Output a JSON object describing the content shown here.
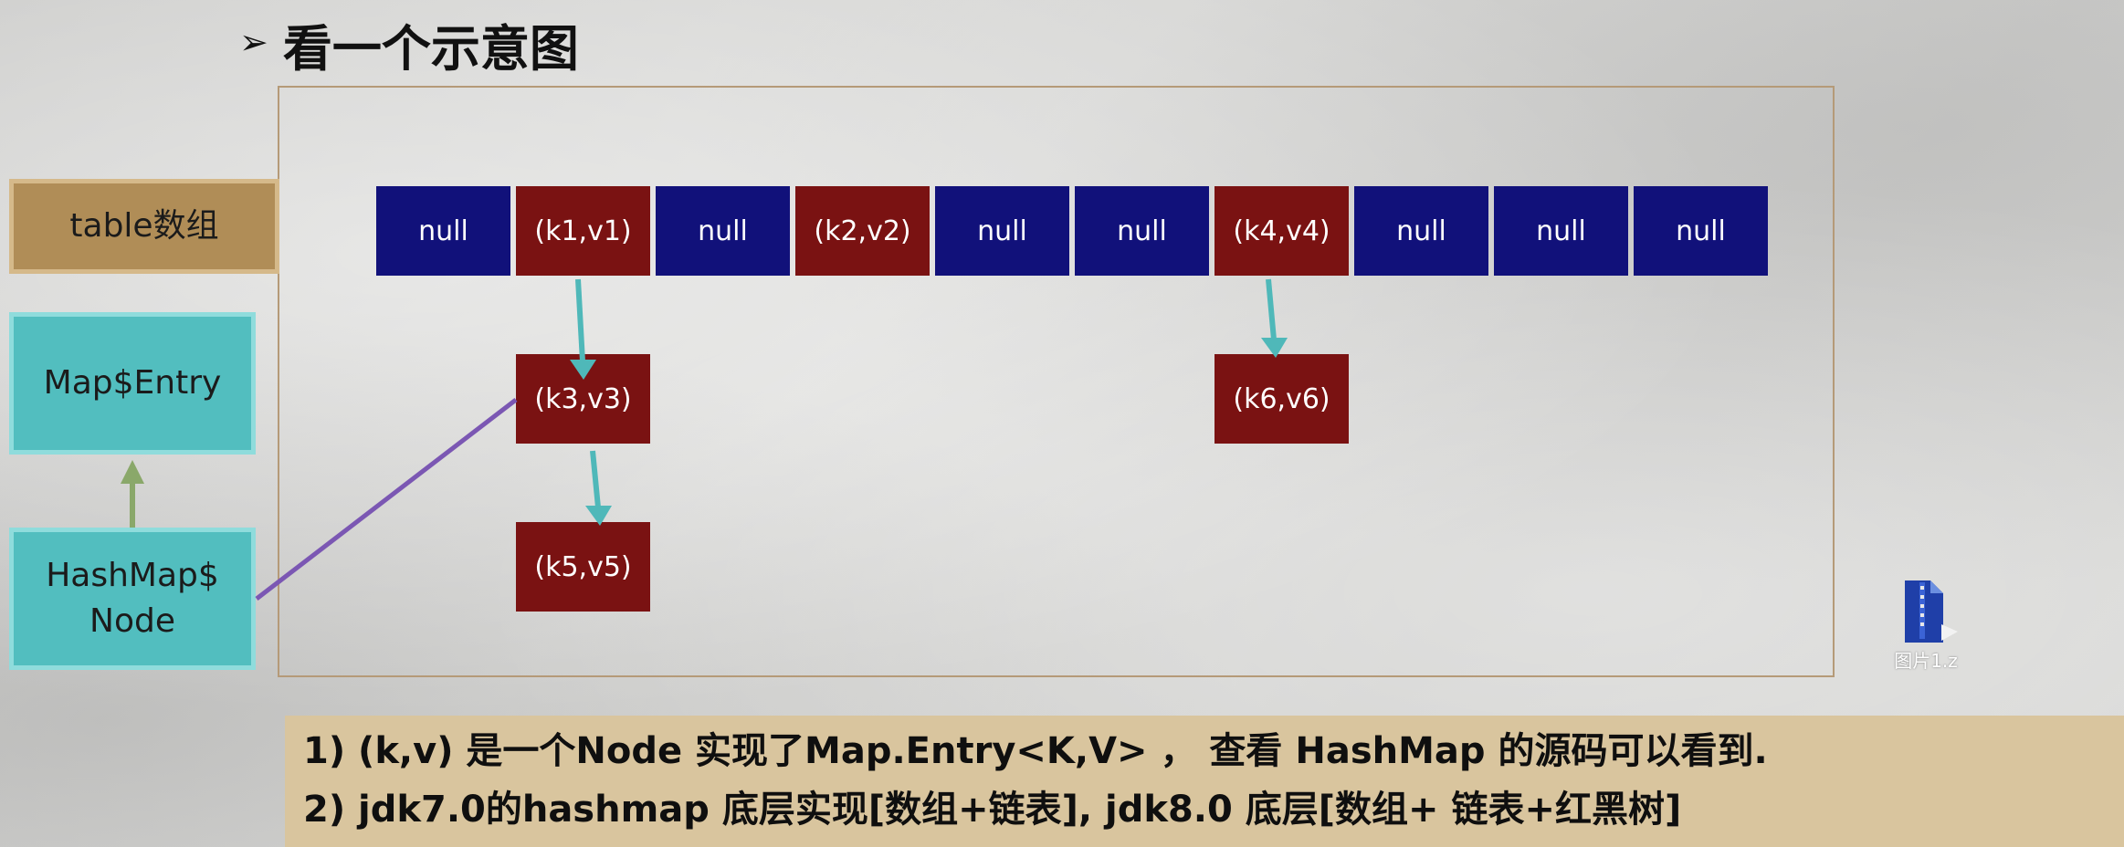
{
  "heading": {
    "bullet": "➢",
    "title": "看一个示意图"
  },
  "labels": {
    "table": "table数组",
    "entry": "Map$Entry",
    "node_line1": "HashMap$",
    "node_line2": "Node"
  },
  "table": [
    "null",
    "(k1,v1)",
    "null",
    "(k2,v2)",
    "null",
    "null",
    "(k4,v4)",
    "null",
    "null",
    "null"
  ],
  "chain_nodes": {
    "k3": "(k3,v3)",
    "k5": "(k5,v5)",
    "k6": "(k6,v6)"
  },
  "file_icon": {
    "label": "图片1.z",
    "icon": "zip-file-icon"
  },
  "notes": {
    "line1": "1) (k,v) 是一个Node 实现了Map.Entry<K,V> ， 查看 HashMap 的源码可以看到.",
    "line2": "2) jdk7.0的hashmap 底层实现[数组+链表], jdk8.0 底层[数组+ 链表+红黑树]"
  },
  "colors": {
    "null_cell": "#11117a",
    "pair_cell": "#7a1212",
    "arrow_teal": "#4fb8b9",
    "arrow_green": "#8aa86a",
    "connector_purple": "#7b57b3",
    "table_label_bg": "#b08d57",
    "class_label_bg": "#52bebf",
    "notes_bg": "#d9c59e"
  }
}
